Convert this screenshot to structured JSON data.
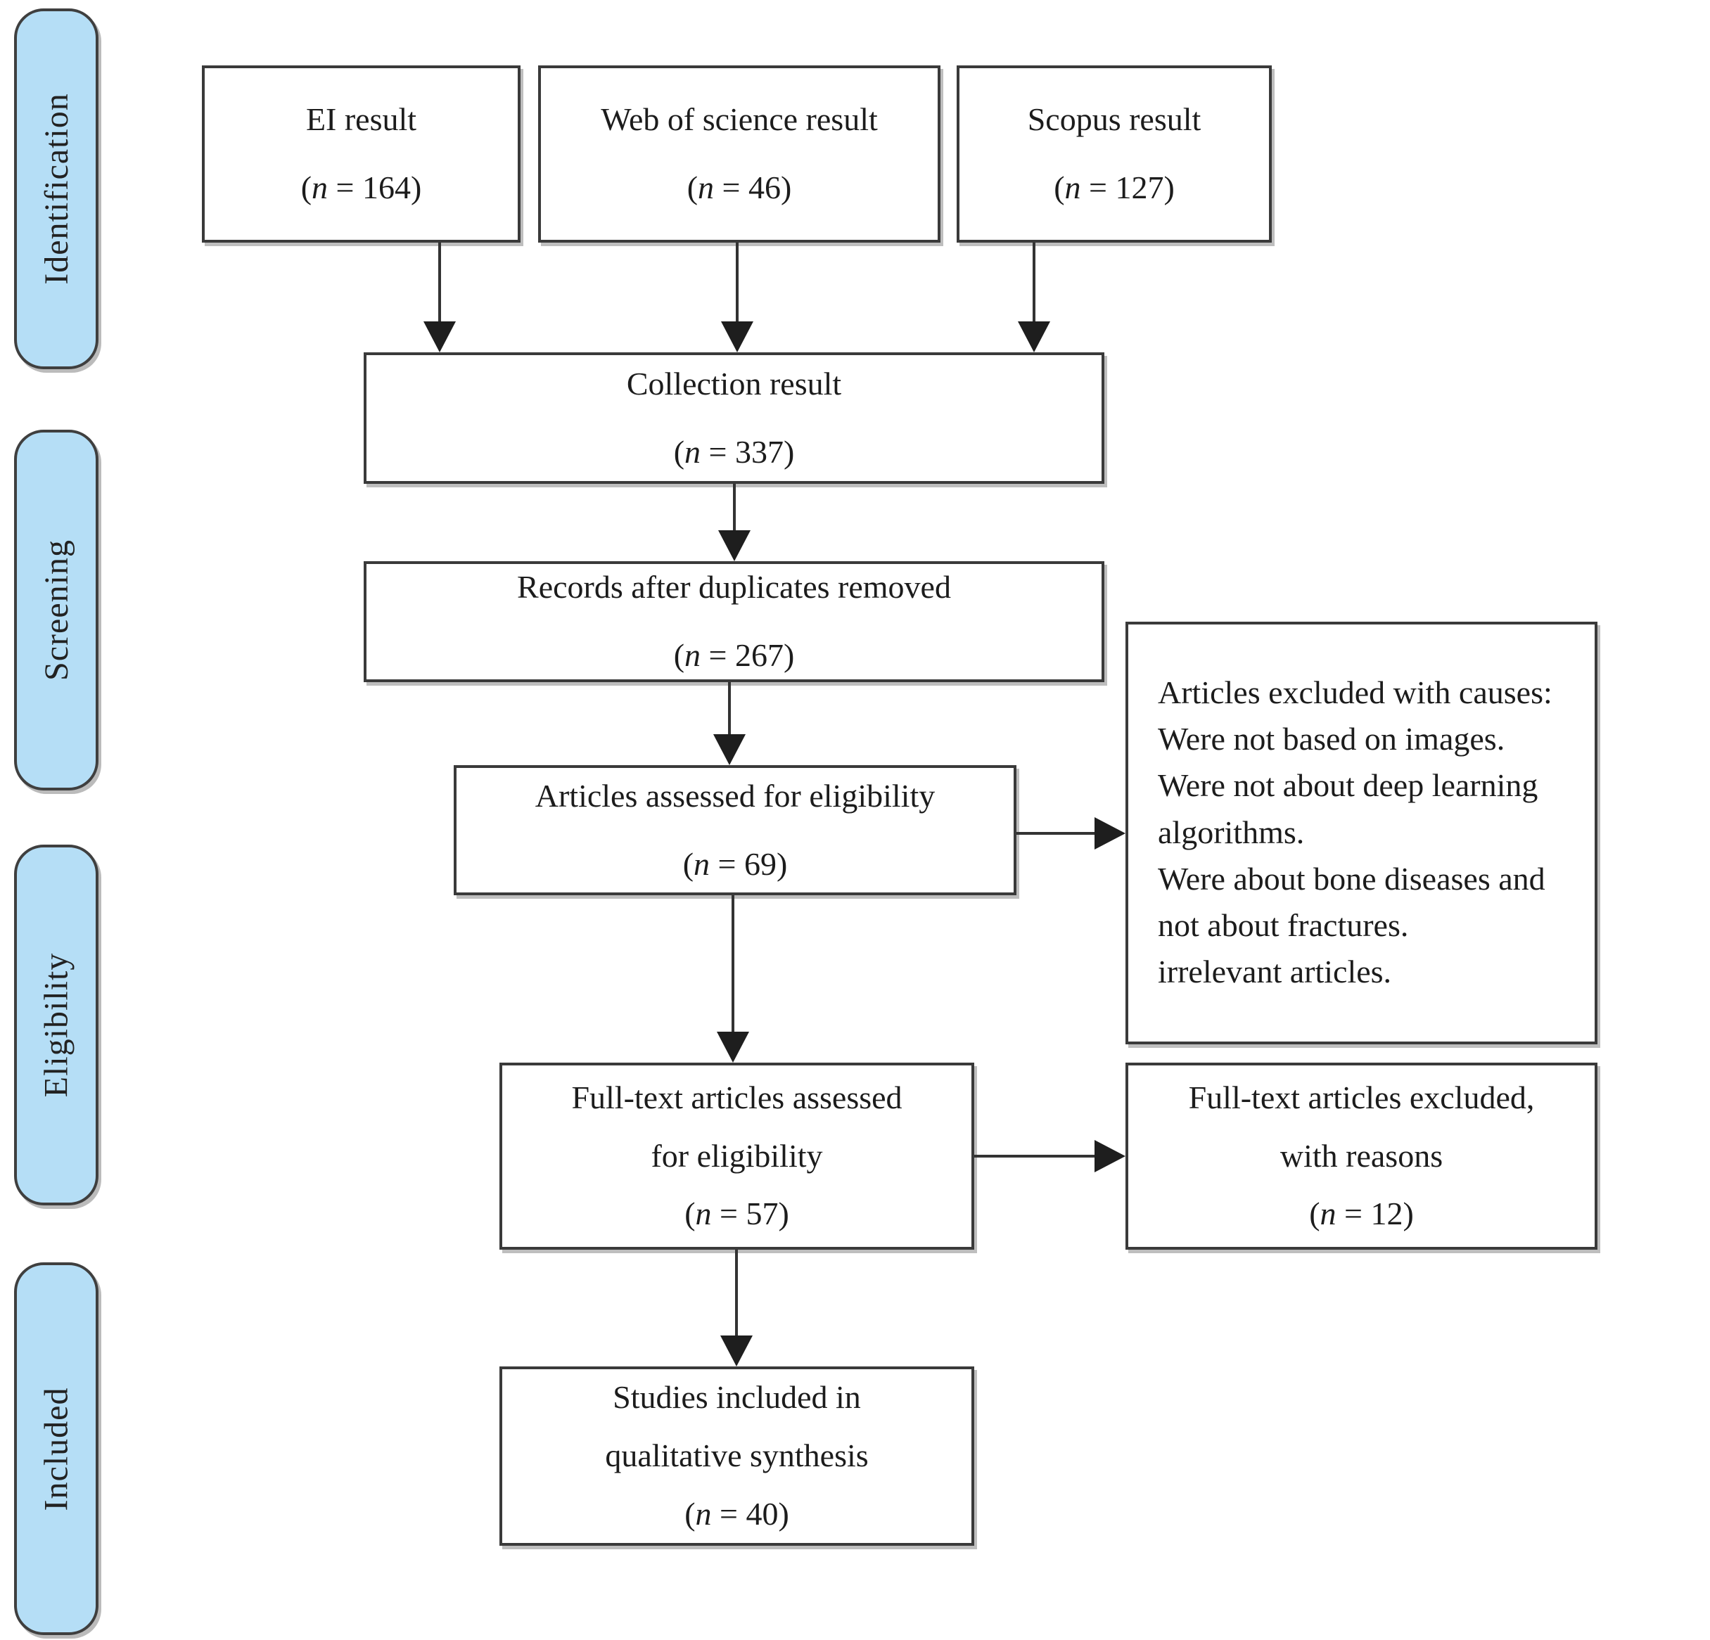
{
  "diagram": {
    "type": "prisma-flowchart",
    "stages": [
      {
        "label": "Identification"
      },
      {
        "label": "Screening"
      },
      {
        "label": "Eligibility"
      },
      {
        "label": "Included"
      }
    ],
    "boxes": {
      "ei": {
        "title": "EI result",
        "n": "(n = 164)"
      },
      "wos": {
        "title": "Web of science result",
        "n": "(n = 46)"
      },
      "scopus": {
        "title": "Scopus result",
        "n": "(n = 127)"
      },
      "collection": {
        "title": "Collection result",
        "n": "(n = 337)"
      },
      "dedup": {
        "title": "Records after duplicates removed",
        "n": "(n = 267)"
      },
      "assessed": {
        "title": "Articles assessed for eligibility",
        "n": "(n = 69)"
      },
      "excluded_causes": {
        "lines": [
          "Articles excluded with causes:",
          "Were not based on images.",
          "Were not about deep learning algorithms.",
          "Were about bone diseases and not about fractures.",
          "irrelevant articles."
        ]
      },
      "fulltext": {
        "line1": "Full-text articles assessed",
        "line2": "for eligibility",
        "n": "(n = 57)"
      },
      "fulltext_excluded": {
        "line1": "Full-text articles excluded,",
        "line2": "with reasons",
        "n": "(n = 12)"
      },
      "included": {
        "line1": "Studies included in",
        "line2": "qualitative synthesis",
        "n": "(n = 40)"
      }
    },
    "colors": {
      "stage_fill": "#b5def6",
      "box_border": "#3a3a3a",
      "arrow": "#1e1e1e",
      "text": "#1c1c1c",
      "background": "#ffffff"
    }
  }
}
